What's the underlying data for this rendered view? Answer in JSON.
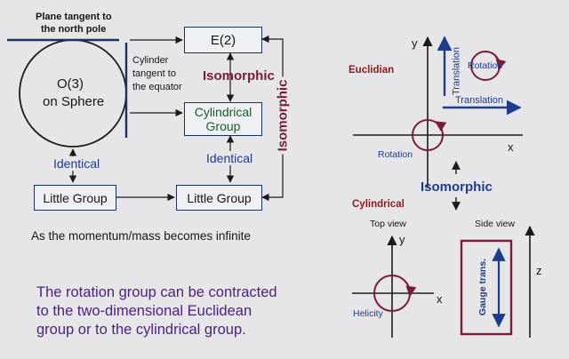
{
  "left": {
    "plane_label_line1": "Plane tangent to",
    "plane_label_line2": "the north pole",
    "sphere_line1": "O(3)",
    "sphere_line2": "on Sphere",
    "cylinder_label_line1": "Cylinder",
    "cylinder_label_line2": "tangent to",
    "cylinder_label_line3": "the equator",
    "e2_box": "E(2)",
    "isomorphic_center": "Isomorphic",
    "cylindrical_group_line1": "Cylindrical",
    "cylindrical_group_line2": "Group",
    "isomorphic_vertical": "Isomorphic",
    "identical_left": "Identical",
    "identical_right": "Identical",
    "little_group_left": "Little Group",
    "little_group_right": "Little Group",
    "caption": "As the momentum/mass becomes infinite"
  },
  "summary": {
    "line1": "The rotation group can be contracted",
    "line2": "to the two-dimensional Euclidean",
    "line3": "group or to the cylindrical group."
  },
  "right": {
    "euclidian": "Euclidian",
    "y_axis": "y",
    "x_axis": "x",
    "translation_vertical": "Translation",
    "rotation_circle": "Rotation",
    "translation_horizontal": "Translation",
    "rotation_origin": "Rotation",
    "isomorphic": "Isomorphic",
    "cylindrical": "Cylindrical",
    "top_view": "Top view",
    "side_view": "Side view",
    "y_top_view": "y",
    "x_top_view": "x",
    "helicity": "Helicity",
    "gauge": "Gauge trans.",
    "z_axis": "z"
  },
  "colors": {
    "navy": "#1f2f5e",
    "maroon": "#7a1b3a",
    "green": "#1f5a2a",
    "blue": "#1d3b8f",
    "red": "#8e1a1a",
    "purple": "#4d1f82"
  }
}
